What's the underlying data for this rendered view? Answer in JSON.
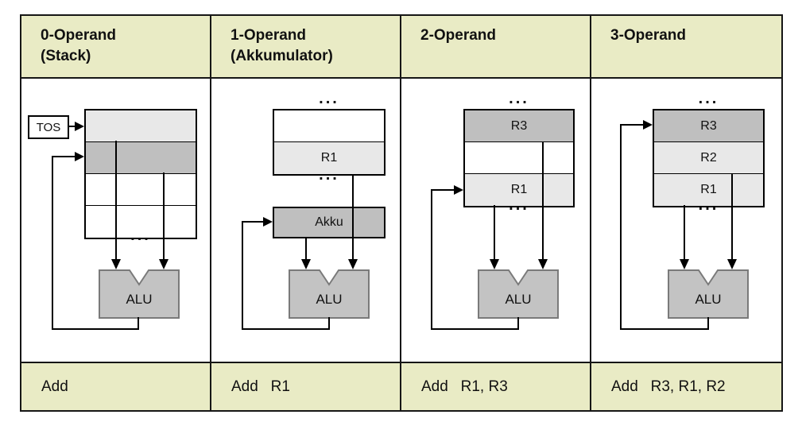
{
  "figure": "Comparison of instruction set architectures by operand count",
  "colors": {
    "band_background": "#e9ebc5",
    "register_light": "#e8e8e8",
    "register_dark": "#bfbfbf",
    "alu_fill": "#c3c3c3",
    "alu_border": "#7a7a7a",
    "line": "#000000"
  },
  "columns": [
    {
      "header": [
        "0-Operand",
        "(Stack)"
      ],
      "tos": "TOS",
      "stack_cells": [
        "",
        "",
        "",
        ""
      ],
      "dots": "...",
      "alu": "ALU",
      "instruction": "Add"
    },
    {
      "header": [
        "1-Operand",
        "(Akkumulator)"
      ],
      "cells": [
        "",
        "R1"
      ],
      "akku": "Akku",
      "dots_top": "...",
      "dots_mid": "...",
      "alu": "ALU",
      "instruction": "Add   R1"
    },
    {
      "header": [
        "2-Operand",
        ""
      ],
      "cells": [
        "R3",
        "",
        "R1"
      ],
      "dots_top": "...",
      "dots_mid": "...",
      "alu": "ALU",
      "instruction": "Add   R1, R3"
    },
    {
      "header": [
        "3-Operand",
        ""
      ],
      "cells": [
        "R3",
        "R2",
        "R1"
      ],
      "dots_top": "...",
      "dots_mid": "...",
      "alu": "ALU",
      "instruction": "Add   R3, R1, R2"
    }
  ]
}
